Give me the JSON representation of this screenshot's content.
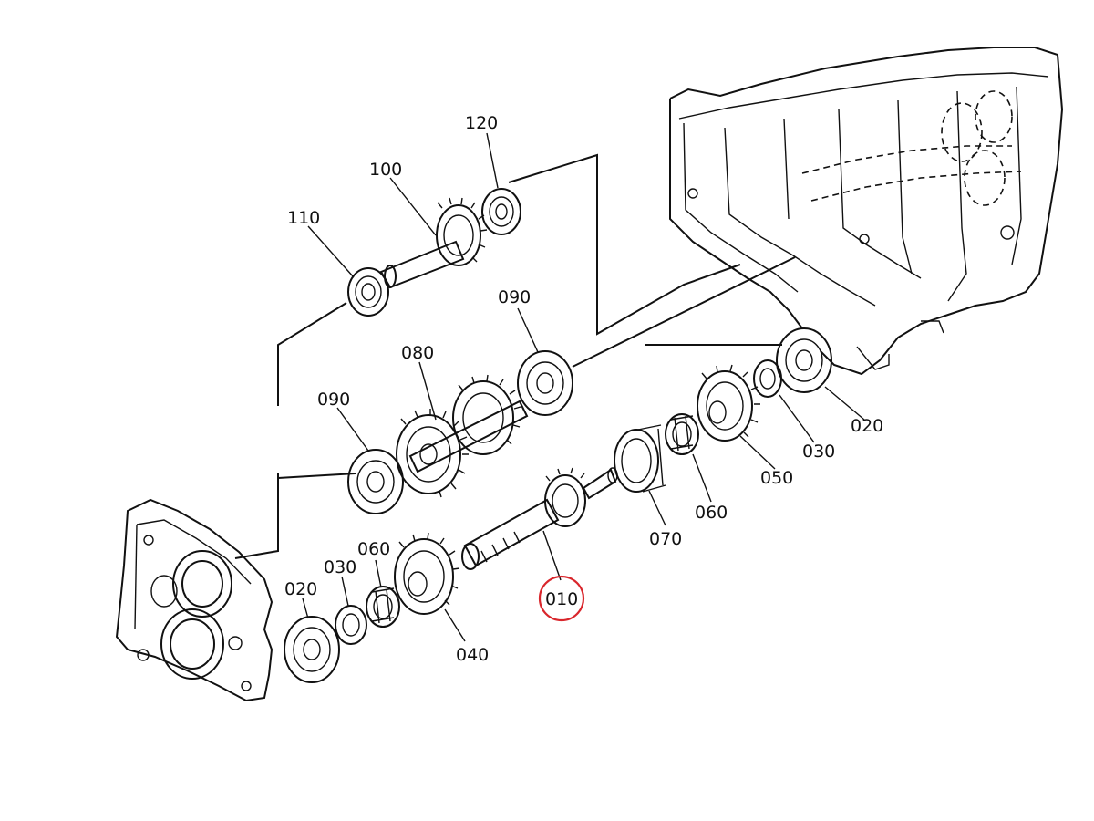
{
  "diagram": {
    "highlight_color": "#d9262c",
    "highlighted_part": "010",
    "callouts": {
      "c120": "120",
      "c100": "100",
      "c110": "110",
      "c090_top": "090",
      "c080": "080",
      "c090_left": "090",
      "c020_right": "020",
      "c030_right": "030",
      "c050": "050",
      "c060_right": "060",
      "c070": "070",
      "c010": "010",
      "c060_left": "060",
      "c030_left": "030",
      "c020_left": "020",
      "c040": "040"
    }
  }
}
